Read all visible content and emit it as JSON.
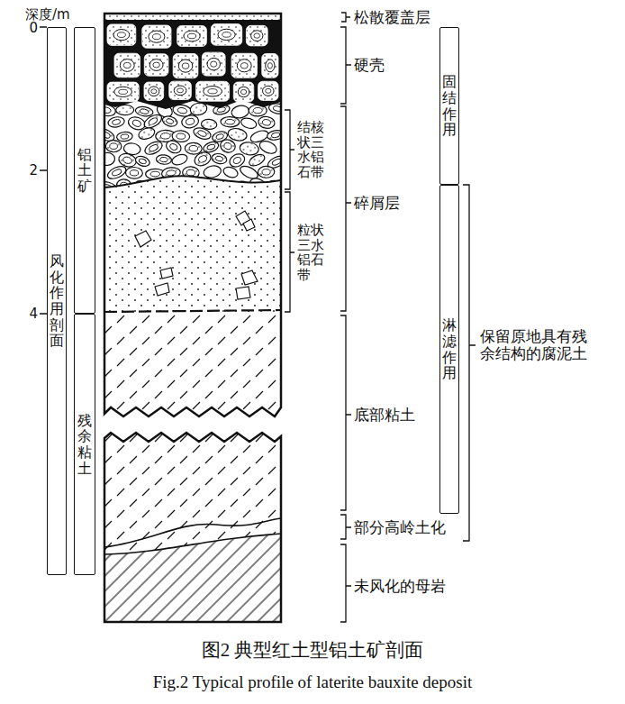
{
  "diagram": {
    "caption": "图2 典型红土型铝土矿剖面",
    "nodes": [
      {
        "text": [
          "风化作用剖面"
        ]
      },
      {
        "text": [
          "铝土矿"
        ]
      },
      {
        "text": [
          "残余粘土"
        ]
      },
      {
        "text": [
          "固结作用"
        ]
      },
      {
        "text": [
          "淋滤作用"
        ]
      }
    ],
    "labels": [
      "深度/m",
      "0",
      "2",
      "4",
      "松散覆盖层",
      "硬壳",
      "结核状三水铝石带",
      "碎屑层",
      "粒状三水铝石带",
      "底部粘土",
      "部分高岭土化",
      "未风化的母岩",
      "保留原地具有残余结构的腐泥土",
      "Fig.2 Typical profile of laterite bauxite deposit"
    ]
  }
}
